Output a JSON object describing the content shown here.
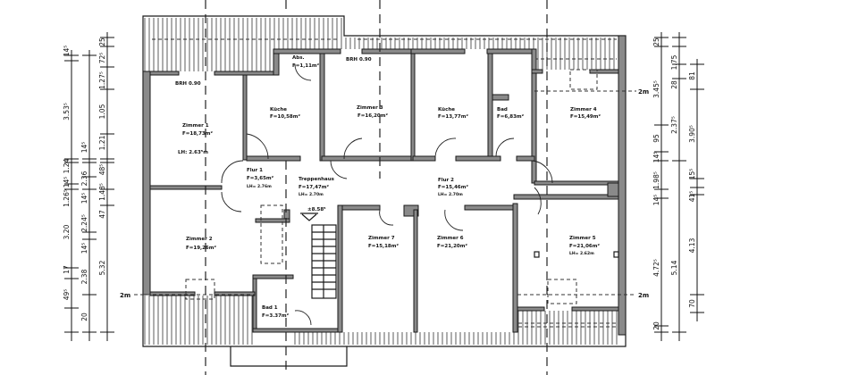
{
  "plan": {
    "rooms": {
      "zimmer1": {
        "name": "Zimmer 1",
        "area": "F=18,73m²",
        "height": "LH: 2.63⁵m",
        "brh": "BRH 0.90"
      },
      "abstell": {
        "name": "Abs.",
        "area": "F=1,11m²"
      },
      "kueche1": {
        "name": "Küche",
        "area": "F=10,58m²"
      },
      "zimmer3": {
        "name": "Zimmer 3",
        "area": "F=16,20m²",
        "brh": "BRH 0.90"
      },
      "kueche2": {
        "name": "Küche",
        "area": "F=13,77m²"
      },
      "bad": {
        "name": "Bad",
        "area": "F=6,83m²"
      },
      "zimmer4": {
        "name": "Zimmer 4",
        "area": "F=15,49m²"
      },
      "flur1": {
        "name": "Flur 1",
        "area": "F=3,65m²",
        "height": "LH= 2.76m"
      },
      "treppenhaus": {
        "name": "Treppenhaus",
        "area": "F=17,47m²",
        "height": "LH= 2.70m"
      },
      "flur2": {
        "name": "Flur 2",
        "area": "F=15,46m²",
        "height": "LH= 2.70m"
      },
      "zimmer2": {
        "name": "Zimmer 2",
        "area": "F=19,26m²"
      },
      "bad1": {
        "name": "Bad 1",
        "area": "F=3.37m²"
      },
      "zimmer7": {
        "name": "Zimmer 7",
        "area": "F=15,18m²"
      },
      "zimmer6": {
        "name": "Zimmer 6",
        "area": "F=21,20m²"
      },
      "zimmer5": {
        "name": "Zimmer 5",
        "area": "F=21,06m²",
        "height": "LH= 2.62m"
      }
    },
    "level": "±8.58⁵",
    "two_m_line": "2m",
    "dims_left": {
      "outer": [
        "14⁵",
        "3.53⁵",
        "1.24",
        "14⁵",
        "1.26⁵",
        "3.20",
        "17",
        "49⁵"
      ],
      "middle": [
        "14⁵",
        "2.36",
        "14⁵",
        "2.24⁵",
        "14⁵",
        "2.38",
        "20"
      ],
      "inner": [
        "25",
        "72⁵",
        "1.27⁵",
        "1.05",
        "1.21",
        "48⁵",
        "1.48⁵",
        "47",
        "5.32"
      ]
    },
    "dims_right": {
      "inner": [
        "25",
        "3.45⁵",
        "95",
        "14⁵",
        "1.98⁵",
        "14⁵",
        "4.72⁵",
        "20"
      ],
      "middle": [
        "1.75",
        "28",
        "2.37⁵",
        "5.14"
      ],
      "outer": [
        "81",
        "3.90⁵",
        "15⁵",
        "41⁵",
        "4.13",
        "70"
      ]
    }
  }
}
